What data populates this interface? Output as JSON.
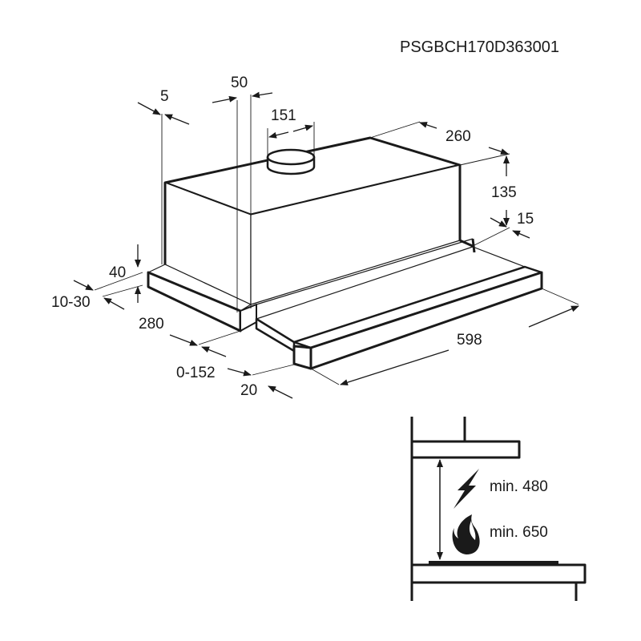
{
  "model_code": "PSGBCH170D363001",
  "dimensions": {
    "d5": "5",
    "d50": "50",
    "d151": "151",
    "d260": "260",
    "d135": "135",
    "d15": "15",
    "d40": "40",
    "d10_30": "10-30",
    "d280": "280",
    "d0_152": "0-152",
    "d598": "598",
    "d20": "20"
  },
  "clearance": {
    "electric": "min. 480",
    "gas": "min. 650",
    "electric_icon": "lightning-icon",
    "gas_icon": "flame-icon"
  }
}
